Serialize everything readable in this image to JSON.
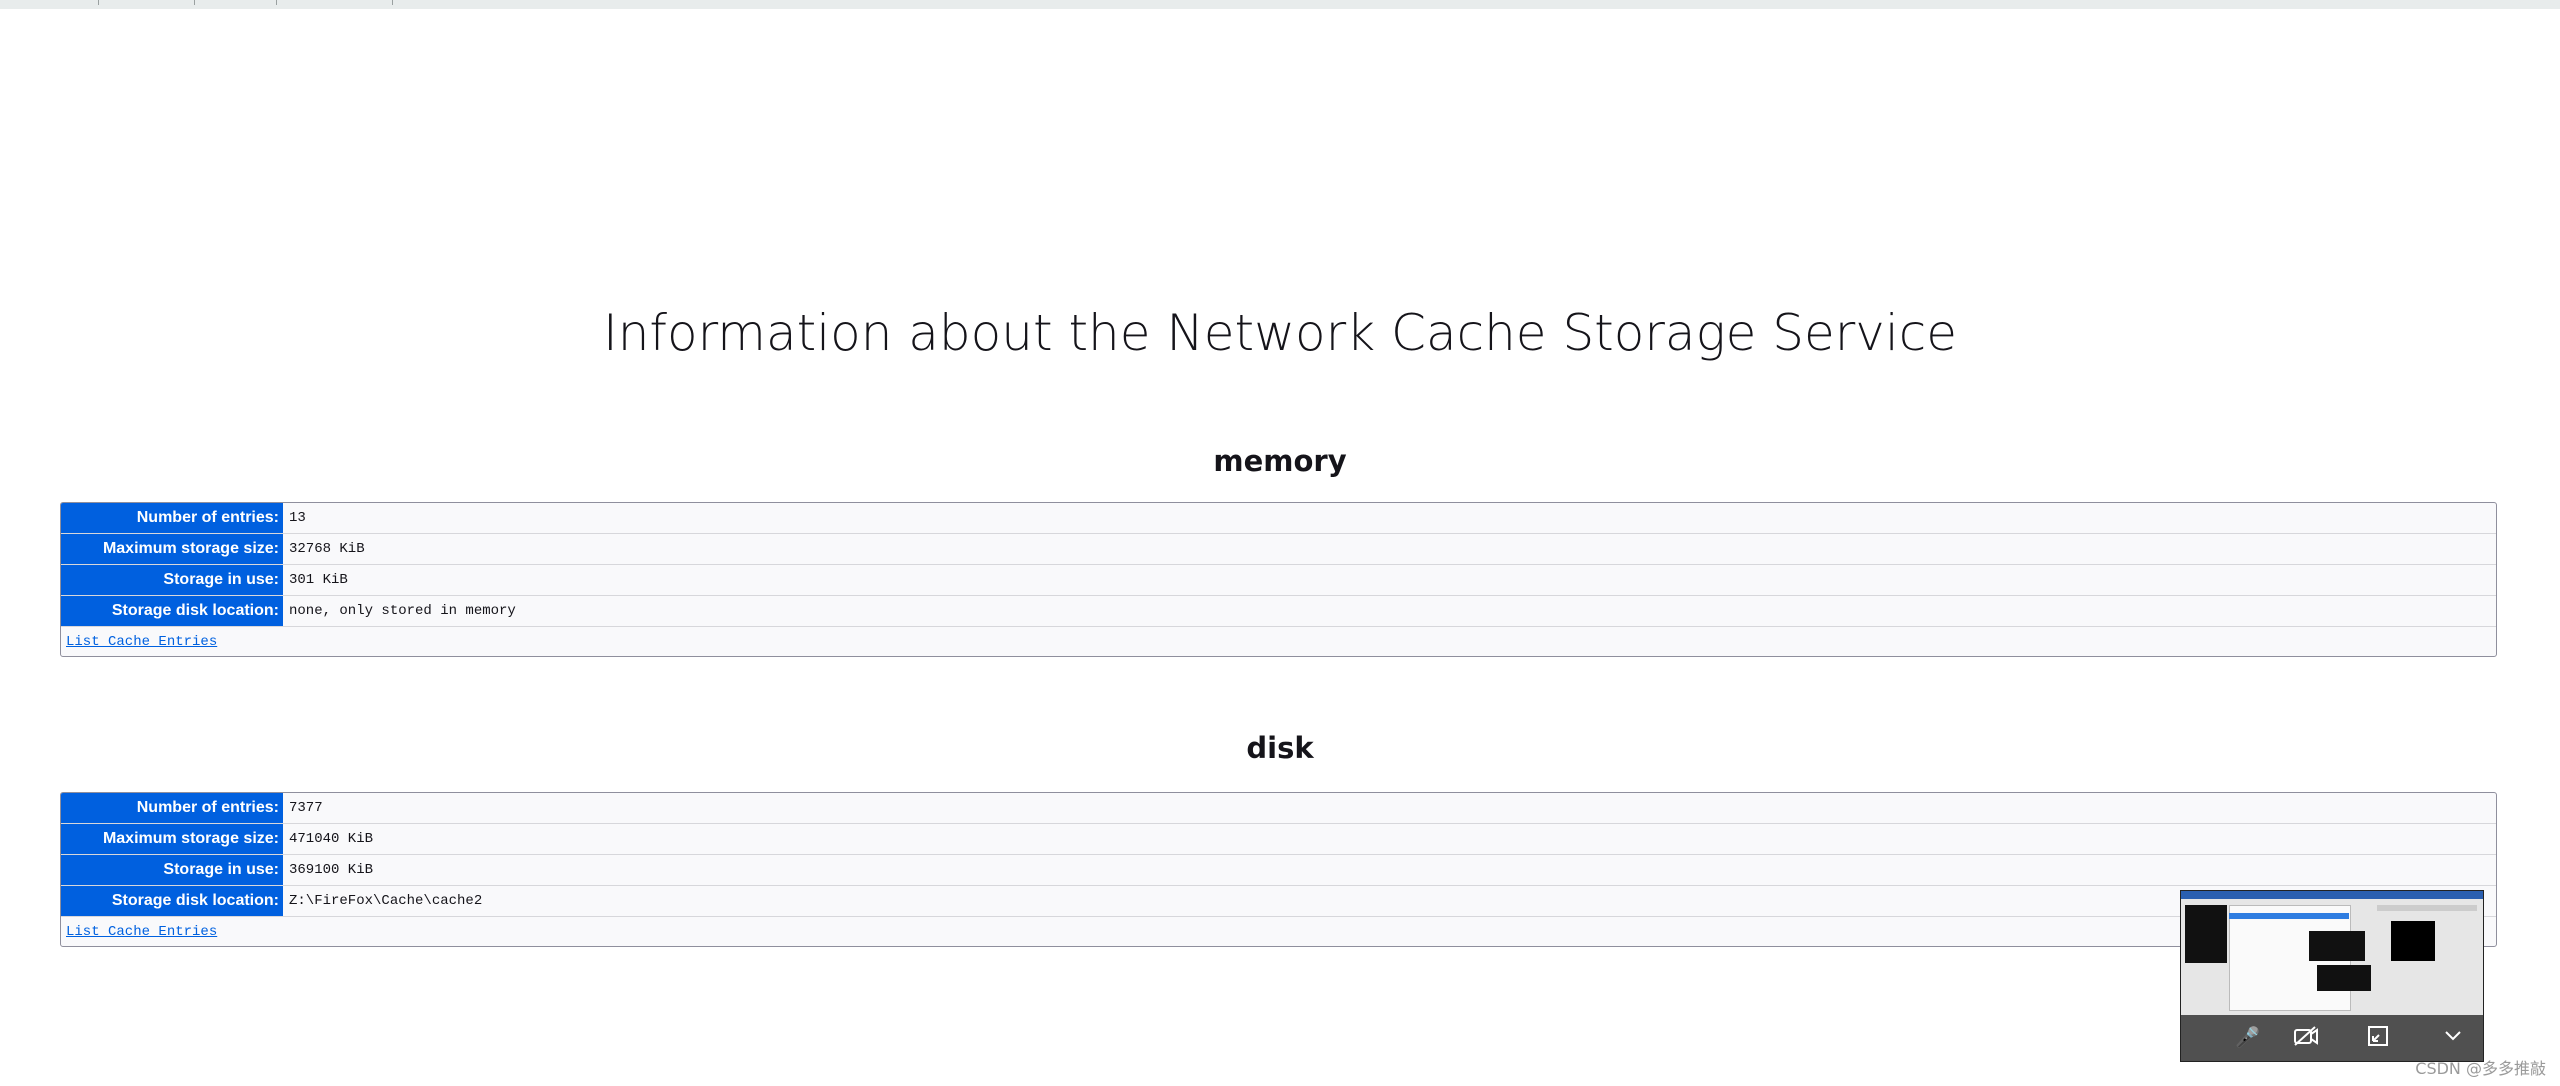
{
  "page": {
    "title": "Information about the Network Cache Storage Service"
  },
  "sections": [
    {
      "heading": "memory",
      "rows": [
        {
          "label": "Number of entries:",
          "value": "13"
        },
        {
          "label": "Maximum storage size:",
          "value": "32768 KiB"
        },
        {
          "label": "Storage in use:",
          "value": "301 KiB"
        },
        {
          "label": "Storage disk location:",
          "value": "none, only stored in memory"
        }
      ],
      "link": "List Cache Entries"
    },
    {
      "heading": "disk",
      "rows": [
        {
          "label": "Number of entries:",
          "value": "7377"
        },
        {
          "label": "Maximum storage size:",
          "value": "471040 KiB"
        },
        {
          "label": "Storage in use:",
          "value": "369100 KiB"
        },
        {
          "label": "Storage disk location:",
          "value": "Z:\\FireFox\\Cache\\cache2"
        }
      ],
      "link": "List Cache Entries"
    }
  ],
  "overlay": {
    "watermark": "CSDN @多多推敲",
    "controls": {
      "mic_icon": "microphone-icon",
      "camera_icon": "camera-off-icon",
      "expand_icon": "expand-icon",
      "collapse_icon": "chevron-down-icon"
    }
  },
  "colors": {
    "label_bg": "#0060df",
    "table_bg": "#f9f9fb",
    "link": "#0061e0"
  }
}
